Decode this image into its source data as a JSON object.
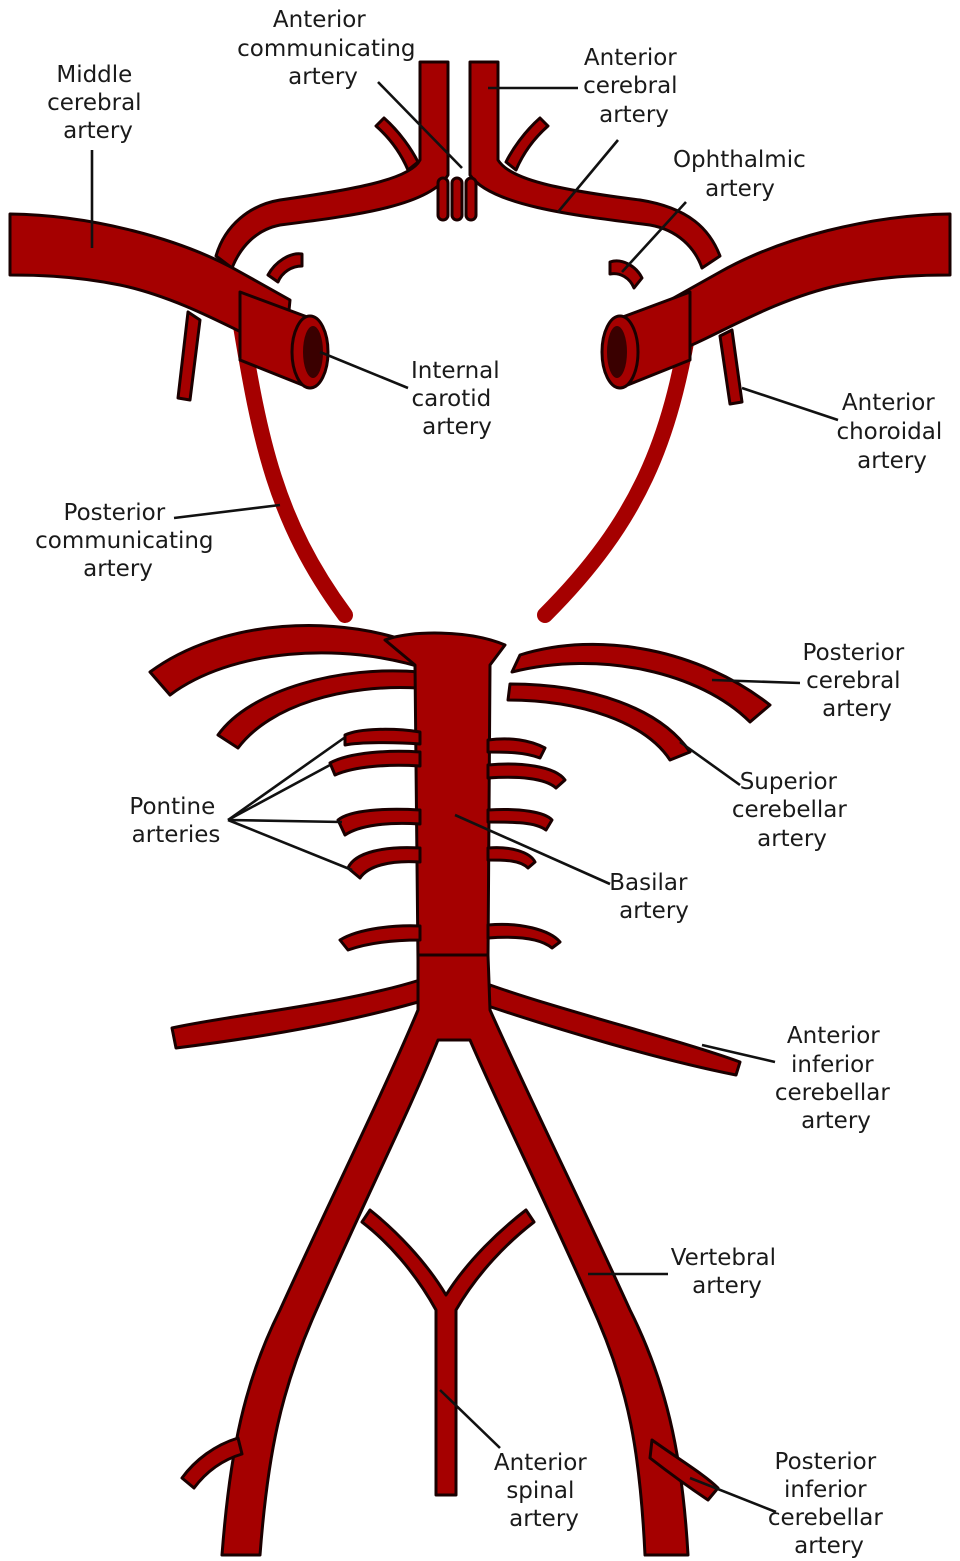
{
  "colors": {
    "artery": "#a50000",
    "outline": "#1a0000",
    "lumen": "#3a0000",
    "leader": "#111111",
    "text": "#1a1a1a",
    "background": "#ffffff"
  },
  "labels": {
    "anterior_communicating": [
      "Anterior",
      "communicating",
      "artery"
    ],
    "middle_cerebral": [
      "Middle",
      "cerebral",
      "artery"
    ],
    "anterior_cerebral": [
      "Anterior",
      "cerebral",
      "artery"
    ],
    "ophthalmic": [
      "Ophthalmic",
      "artery"
    ],
    "internal_carotid": [
      "Internal",
      "carotid",
      "artery"
    ],
    "anterior_choroidal": [
      "Anterior",
      "choroidal",
      "artery"
    ],
    "posterior_communicating": [
      "Posterior",
      "communicating",
      "artery"
    ],
    "posterior_cerebral": [
      "Posterior",
      "cerebral",
      "artery"
    ],
    "superior_cerebellar": [
      "Superior",
      "cerebellar",
      "artery"
    ],
    "pontine": [
      "Pontine",
      "arteries"
    ],
    "basilar": [
      "Basilar",
      "artery"
    ],
    "anterior_inferior_cerebellar": [
      "Anterior",
      "inferior",
      "cerebellar",
      "artery"
    ],
    "vertebral": [
      "Vertebral",
      "artery"
    ],
    "anterior_spinal": [
      "Anterior",
      "spinal",
      "artery"
    ],
    "posterior_inferior_cerebellar": [
      "Posterior",
      "inferior",
      "cerebellar",
      "artery"
    ]
  }
}
